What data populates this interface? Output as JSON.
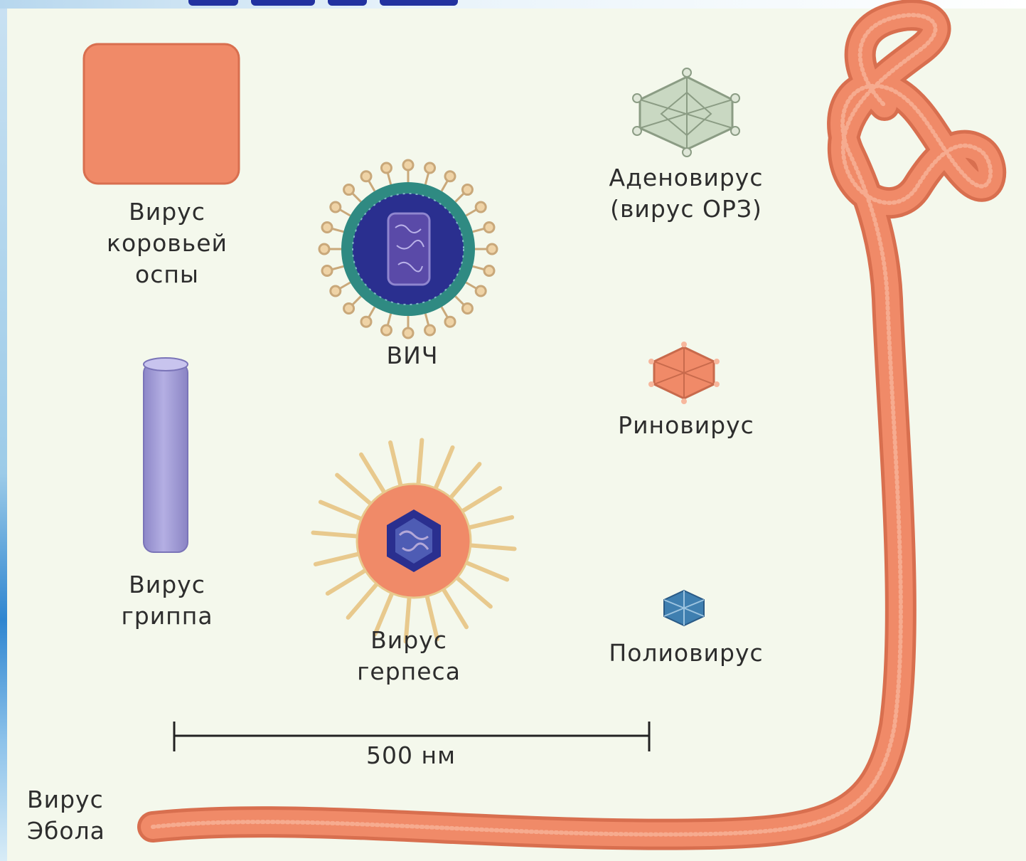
{
  "viruses": {
    "vaccinia": {
      "line1": "Вирус",
      "line2": "коровьей",
      "line3": "оспы"
    },
    "hiv": {
      "name": "ВИЧ"
    },
    "influenza": {
      "line1": "Вирус",
      "line2": "гриппа"
    },
    "herpes": {
      "line1": "Вирус",
      "line2": "герпеса"
    },
    "adenovirus": {
      "line1": "Аденовирус",
      "line2": "(вирус ОРЗ)"
    },
    "rhinovirus": {
      "name": "Риновирус"
    },
    "poliovirus": {
      "name": "Полиовирус"
    },
    "ebola": {
      "line1": "Вирус",
      "line2": "Эбола"
    }
  },
  "scale_bar": {
    "label": "500 нм"
  },
  "colors": {
    "background": "#f4f8ec",
    "salmon": "#f08a68",
    "salmon_dark": "#d86f4f",
    "influenza": "#a9a4dc",
    "hiv_outer": "#2f8a82",
    "hiv_inner": "#2a2f8f",
    "adeno": "#c9d8c2",
    "spike": "#eac79a"
  }
}
